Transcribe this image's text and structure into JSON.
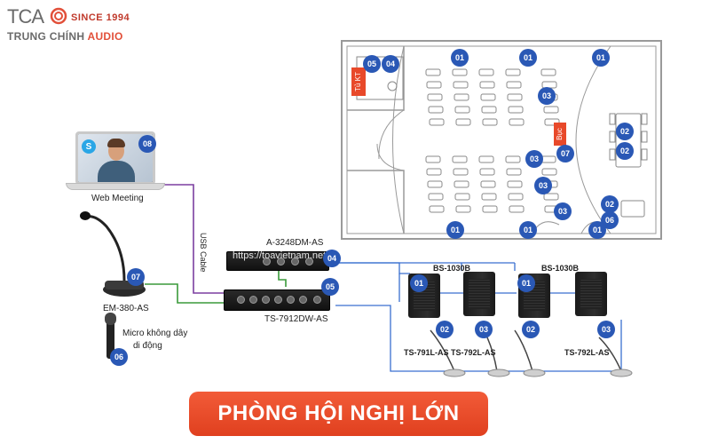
{
  "logo": {
    "mark": "TCA",
    "since": "SINCE 1994",
    "brand_main": "TRUNG CHÍNH",
    "brand_accent": "AUDIO"
  },
  "floorplan": {
    "room_label": "Tủ KT",
    "stage_label": "Bục"
  },
  "badges": {
    "b01": "01",
    "b02": "02",
    "b03": "03",
    "b04": "04",
    "b05": "05",
    "b06": "06",
    "b07": "07",
    "b08": "08"
  },
  "labels": {
    "web_meeting": "Web Meeting",
    "usb_cable": "USB Cable",
    "mixer": "A-3248DM-AS",
    "amplifier": "TS-7912DW-AS",
    "desk_mic": "EM-380-AS",
    "wireless_mic_1": "Micro không dây",
    "wireless_mic_2": "di động",
    "watermark": "https://toavietnam.net",
    "speaker_left": "BS-1030B",
    "speaker_right": "BS-1030B",
    "chair_unit": "TS-791L-AS",
    "delegate_unit_1": "TS-792L-AS",
    "delegate_unit_2": "TS-792L-AS"
  },
  "title": "PHÒNG HỘI NGHỊ LỚN",
  "colors": {
    "badge": "#2a58b5",
    "usb_line": "#7b3fa0",
    "audio_line": "#3a9a3a",
    "speaker_line": "#3a6fd0",
    "title_bg": "#e8492a"
  }
}
